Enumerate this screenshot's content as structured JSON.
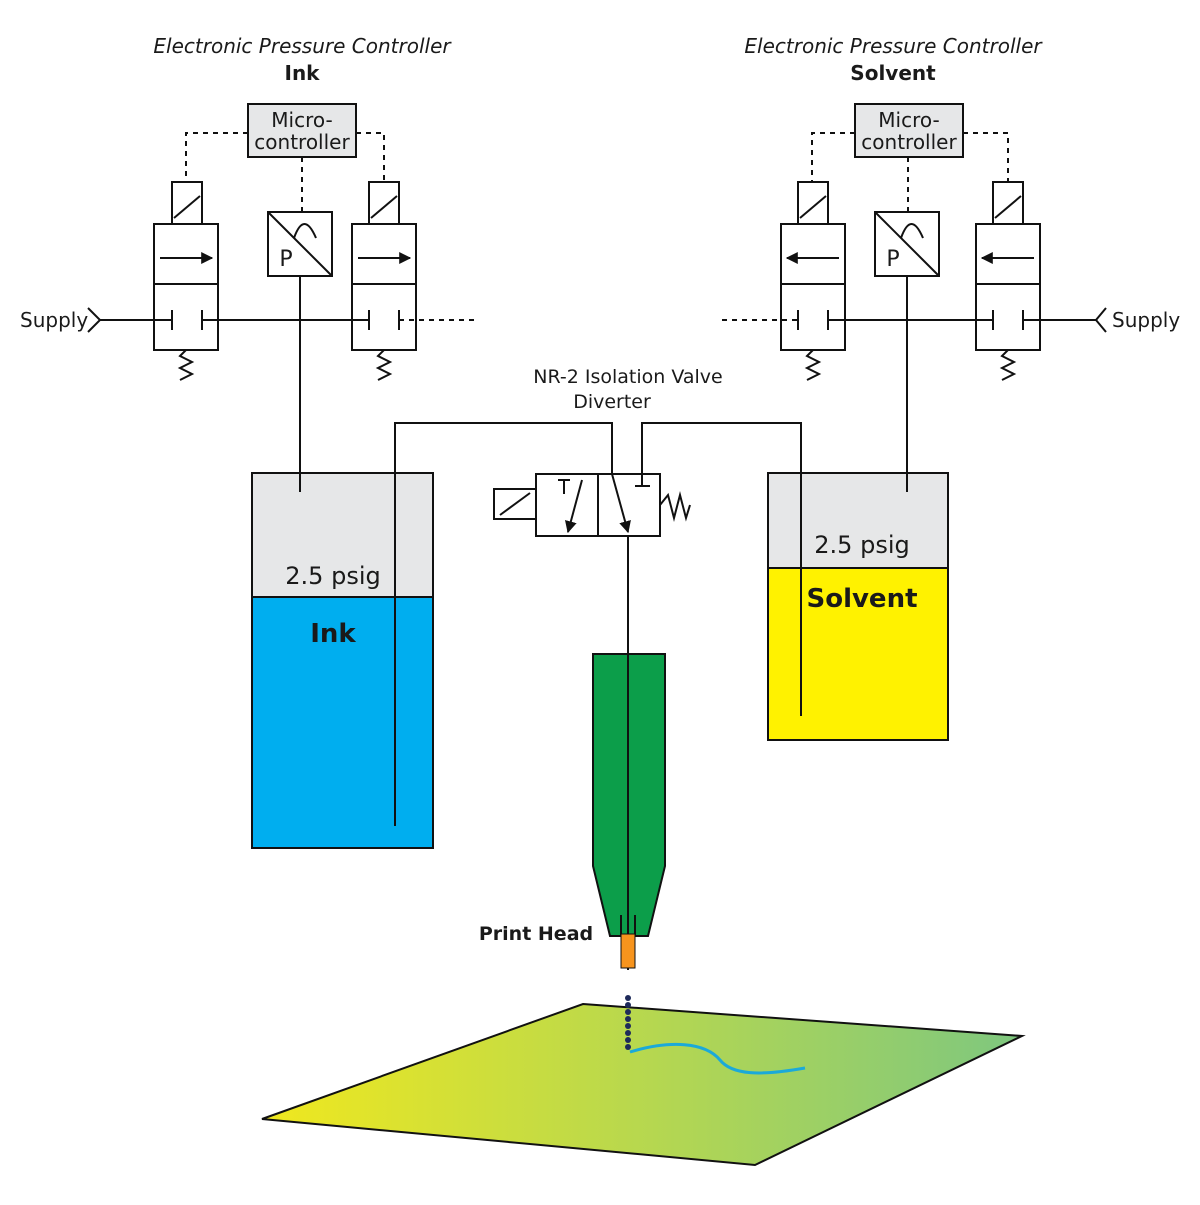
{
  "left_controller": {
    "title": "Electronic Pressure Controller",
    "subtitle": "Ink",
    "micro_line1": "Micro-",
    "micro_line2": "controller",
    "sensor_label": "P",
    "supply_label": "Supply"
  },
  "right_controller": {
    "title": "Electronic Pressure Controller",
    "subtitle": "Solvent",
    "micro_line1": "Micro-",
    "micro_line2": "controller",
    "sensor_label": "P",
    "supply_label": "Supply"
  },
  "diverter": {
    "line1": "NR-2 Isolation Valve",
    "line2": "Diverter"
  },
  "ink_tank": {
    "pressure": "2.5 psig",
    "liquid_label": "Ink",
    "liquid_color": "#00aeef"
  },
  "solvent_tank": {
    "pressure": "2.5 psig",
    "liquid_label": "Solvent",
    "liquid_color": "#fff200"
  },
  "print_head": {
    "label": "Print Head",
    "body_color": "#0c9e4a",
    "nozzle_color": "#f7941d"
  },
  "colors": {
    "headspace": "#e6e7e8",
    "micro_box": "#e6e7e8",
    "print_line": "#1ba9d9",
    "substrate_start": "#f0e81e",
    "substrate_end": "#7ec77f"
  }
}
